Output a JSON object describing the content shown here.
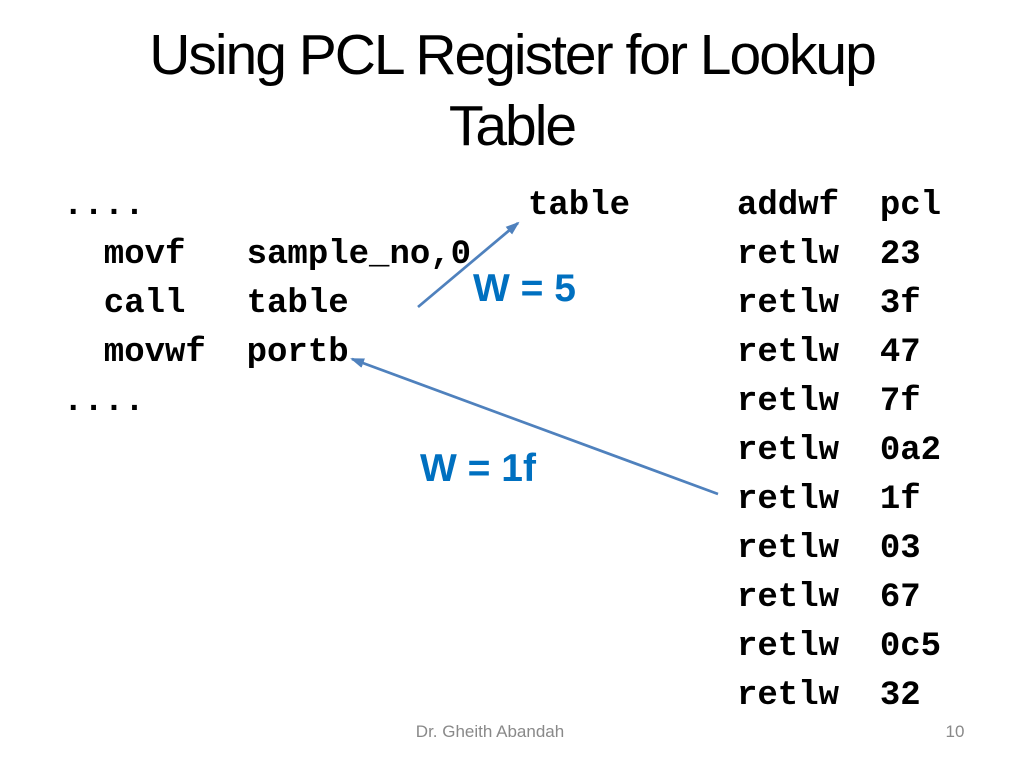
{
  "title": {
    "line1": "Using PCL Register for Lookup",
    "line2": "Table"
  },
  "left_code": {
    "lines": [
      "....",
      "  movf   sample_no,0",
      "  call   table",
      "  movwf  portb",
      "...."
    ]
  },
  "table_label": "table",
  "right_code": {
    "lines": [
      "addwf  pcl",
      "retlw  23",
      "retlw  3f",
      "retlw  47",
      "retlw  7f",
      "retlw  0a2",
      "retlw  1f",
      "retlw  03",
      "retlw  67",
      "retlw  0c5",
      "retlw  32"
    ]
  },
  "annotations": {
    "w5": "W = 5",
    "w1f": "W = 1f"
  },
  "footer": {
    "author": "Dr. Gheith Abandah",
    "page_number": "10"
  },
  "colors": {
    "arrow_blue": "#4F81BD",
    "annotation_blue": "#0070C0",
    "footer_gray": "#898989",
    "text_black": "#000000",
    "background": "#FFFFFF"
  }
}
